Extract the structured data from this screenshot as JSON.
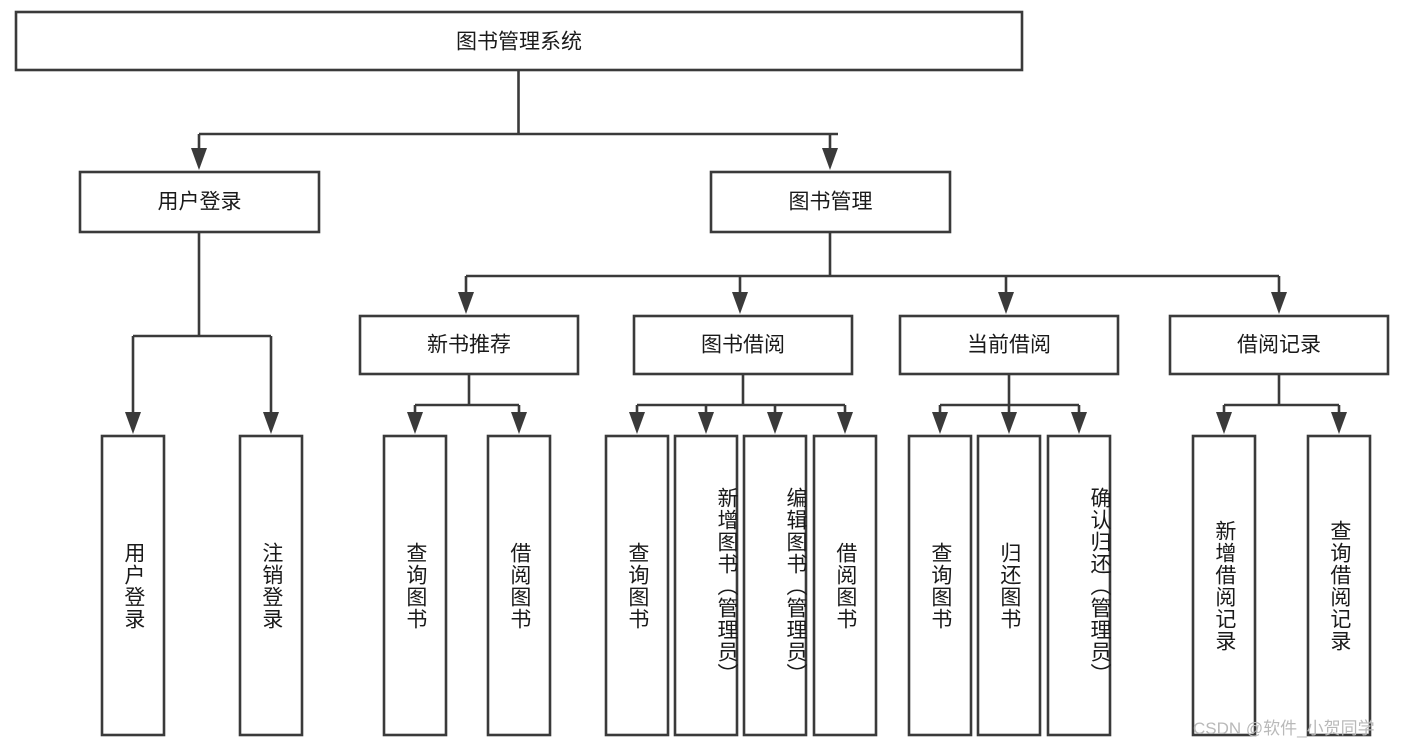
{
  "diagram": {
    "title": "图书管理系统",
    "type": "tree",
    "background_color": "#ffffff",
    "line_color": "#3a3a3a",
    "box_fill": "#ffffff",
    "text_color": "#1a1a1a"
  },
  "nodes": {
    "root": {
      "label": "图书管理系统",
      "level": 0,
      "orientation": "horizontal"
    },
    "level2": [
      {
        "id": "user-login",
        "label": "用户登录",
        "orientation": "horizontal"
      },
      {
        "id": "book-management",
        "label": "图书管理",
        "orientation": "horizontal"
      }
    ],
    "level3": [
      {
        "id": "new-book-recommend",
        "label": "新书推荐",
        "orientation": "horizontal",
        "parent": "book-management"
      },
      {
        "id": "book-borrow",
        "label": "图书借阅",
        "orientation": "horizontal",
        "parent": "book-management"
      },
      {
        "id": "current-borrow",
        "label": "当前借阅",
        "orientation": "horizontal",
        "parent": "book-management"
      },
      {
        "id": "borrow-record",
        "label": "借阅记录",
        "orientation": "horizontal",
        "parent": "book-management"
      }
    ],
    "leaves": [
      {
        "id": "leaf-user-login",
        "label": "用户登录",
        "orientation": "vertical",
        "parent": "user-login"
      },
      {
        "id": "leaf-logout",
        "label": "注销登录",
        "orientation": "vertical",
        "parent": "user-login"
      },
      {
        "id": "leaf-query-book-1",
        "label": "查询图书",
        "orientation": "vertical",
        "parent": "new-book-recommend"
      },
      {
        "id": "leaf-borrow-book-1",
        "label": "借阅图书",
        "orientation": "vertical",
        "parent": "new-book-recommend"
      },
      {
        "id": "leaf-query-book-2",
        "label": "查询图书",
        "orientation": "vertical",
        "parent": "book-borrow"
      },
      {
        "id": "leaf-add-book",
        "label": "新增图书（管理员）",
        "orientation": "vertical",
        "parent": "book-borrow"
      },
      {
        "id": "leaf-edit-book",
        "label": "编辑图书（管理员）",
        "orientation": "vertical",
        "parent": "book-borrow"
      },
      {
        "id": "leaf-borrow-book-2",
        "label": "借阅图书",
        "orientation": "vertical",
        "parent": "book-borrow"
      },
      {
        "id": "leaf-query-book-3",
        "label": "查询图书",
        "orientation": "vertical",
        "parent": "current-borrow"
      },
      {
        "id": "leaf-return-book",
        "label": "归还图书",
        "orientation": "vertical",
        "parent": "current-borrow"
      },
      {
        "id": "leaf-confirm-return",
        "label": "确认归还（管理员）",
        "orientation": "vertical",
        "parent": "current-borrow"
      },
      {
        "id": "leaf-add-record",
        "label": "新增借阅记录",
        "orientation": "vertical",
        "parent": "borrow-record"
      },
      {
        "id": "leaf-query-record",
        "label": "查询借阅记录",
        "orientation": "vertical",
        "parent": "borrow-record"
      }
    ]
  },
  "watermark": {
    "text": "CSDN @软件_小贺同学"
  }
}
